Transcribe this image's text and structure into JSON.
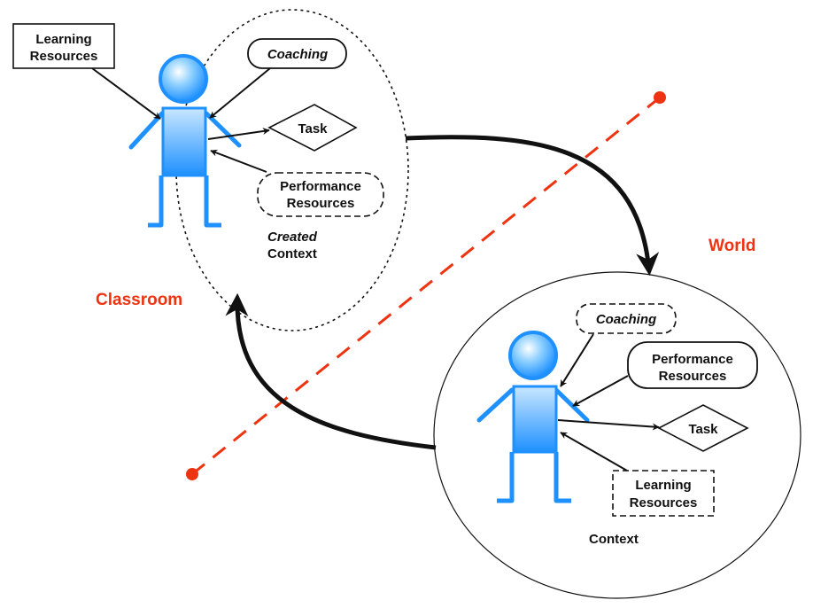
{
  "colors": {
    "figure": "#1e90ff",
    "figure_light": "#a8d8ff",
    "boundary": "#ee3311",
    "ink": "#111111"
  },
  "regions": {
    "classroom": "Classroom",
    "world": "World"
  },
  "created_context": {
    "label_line1": "Created",
    "label_line2": "Context",
    "learning_resources": [
      "Learning",
      "Resources"
    ],
    "coaching": "Coaching",
    "task": "Task",
    "performance_resources": [
      "Performance",
      "Resources"
    ]
  },
  "real_context": {
    "label": "Context",
    "coaching": "Coaching",
    "performance_resources": [
      "Performance",
      "Resources"
    ],
    "task": "Task",
    "learning_resources": [
      "Learning",
      "Resources"
    ]
  }
}
